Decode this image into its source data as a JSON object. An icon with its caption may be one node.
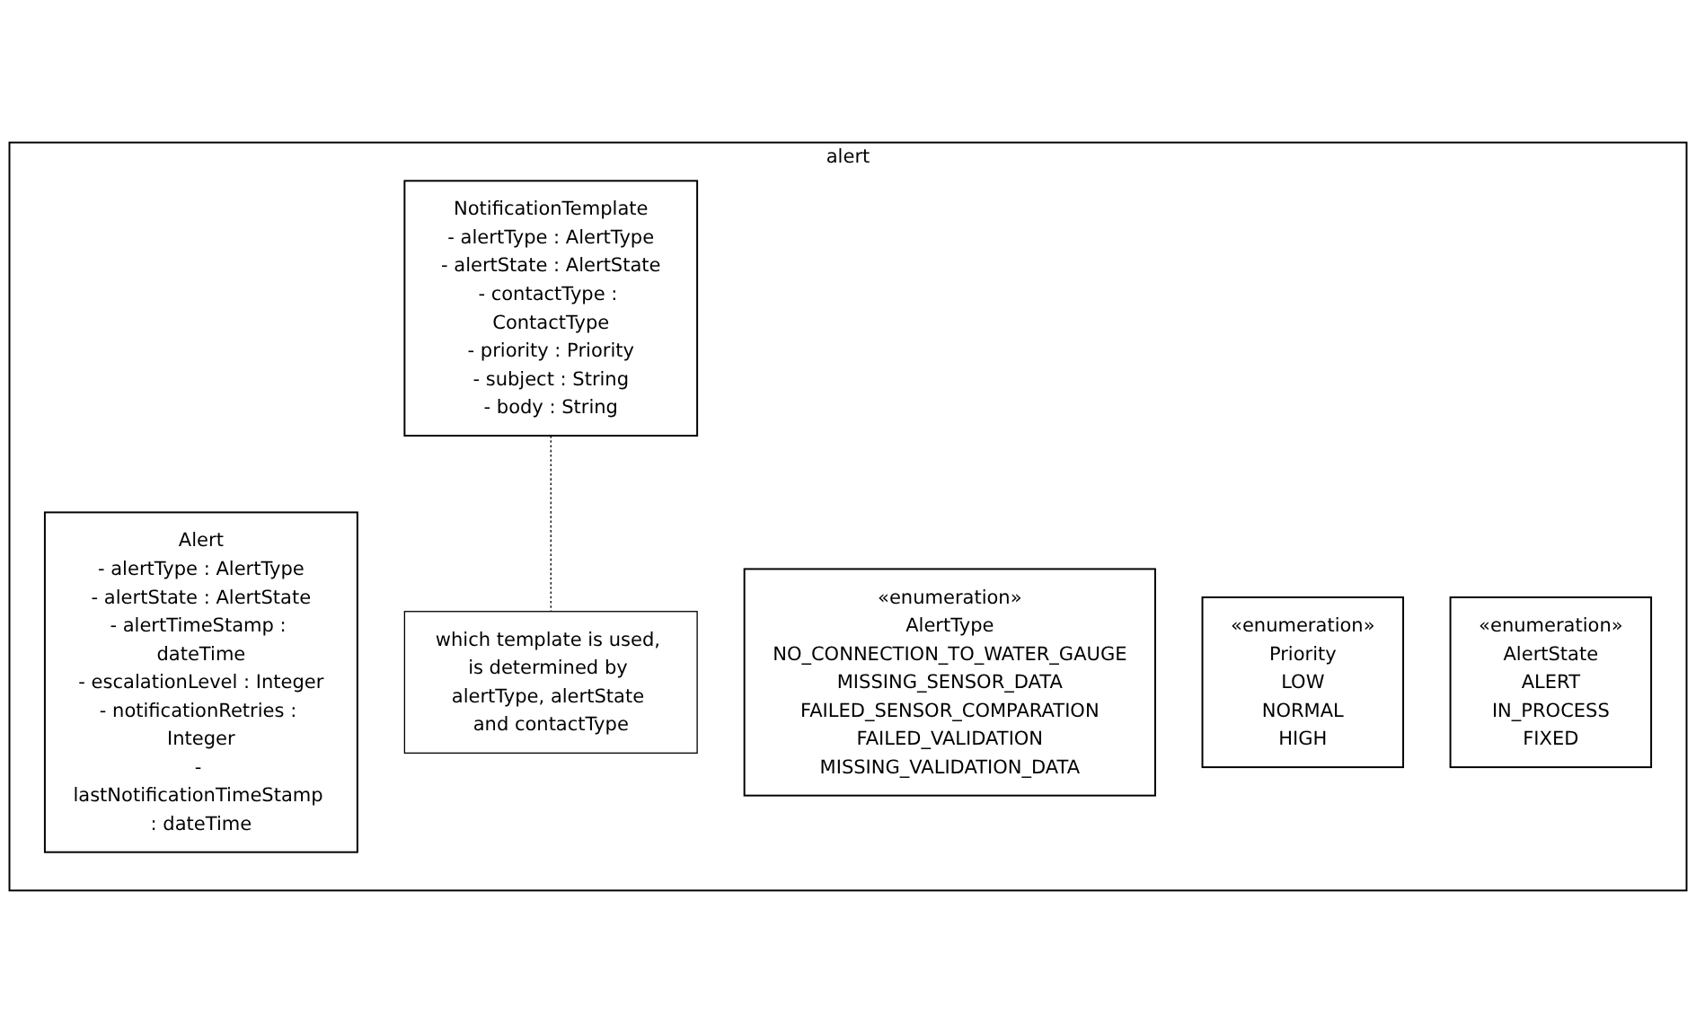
{
  "diagram": {
    "nodes": [
      {
        "text": [
          "alert"
        ]
      },
      {
        "text": [
          "Alert",
          "- alertType : AlertType",
          "- alertState : AlertState",
          "- alertTimeStamp : dateTime",
          "- escalationLevel : Integer",
          "- notificationRetries : Integer",
          "- lastNotificationTimeStamp : dateTime"
        ],
        "in": 0
      },
      {
        "text": [
          "«enumeration»",
          "AlertType",
          "NO_CONNECTION_TO_WATER_GAUGE",
          "MISSING_SENSOR_DATA",
          "FAILED_SENSOR_COMPARATION",
          "FAILED_VALIDATION",
          "MISSING_VALIDATION_DATA"
        ],
        "in": 0
      },
      {
        "text": [
          "«enumeration»",
          "Priority",
          "LOW",
          "NORMAL",
          "HIGH"
        ],
        "in": 0
      },
      {
        "text": [
          "«enumeration»",
          "AlertState",
          "ALERT",
          "IN_PROCESS",
          "FIXED"
        ],
        "in": 0
      },
      {
        "text": [
          "NotificationTemplate",
          "- alertType : AlertType",
          "- alertState : AlertState",
          "- contactType : ContactType",
          "- priority : Priority",
          "- subject : String",
          "- body : String"
        ],
        "in": 0
      },
      {
        "text": [
          "which template is used, is determined by alertType, alertState and contactType"
        ],
        "in": 0
      }
    ],
    "edges": [
      {
        "from": 5,
        "to": 6,
        "arrow": "none",
        "style": "dashed"
      }
    ]
  }
}
